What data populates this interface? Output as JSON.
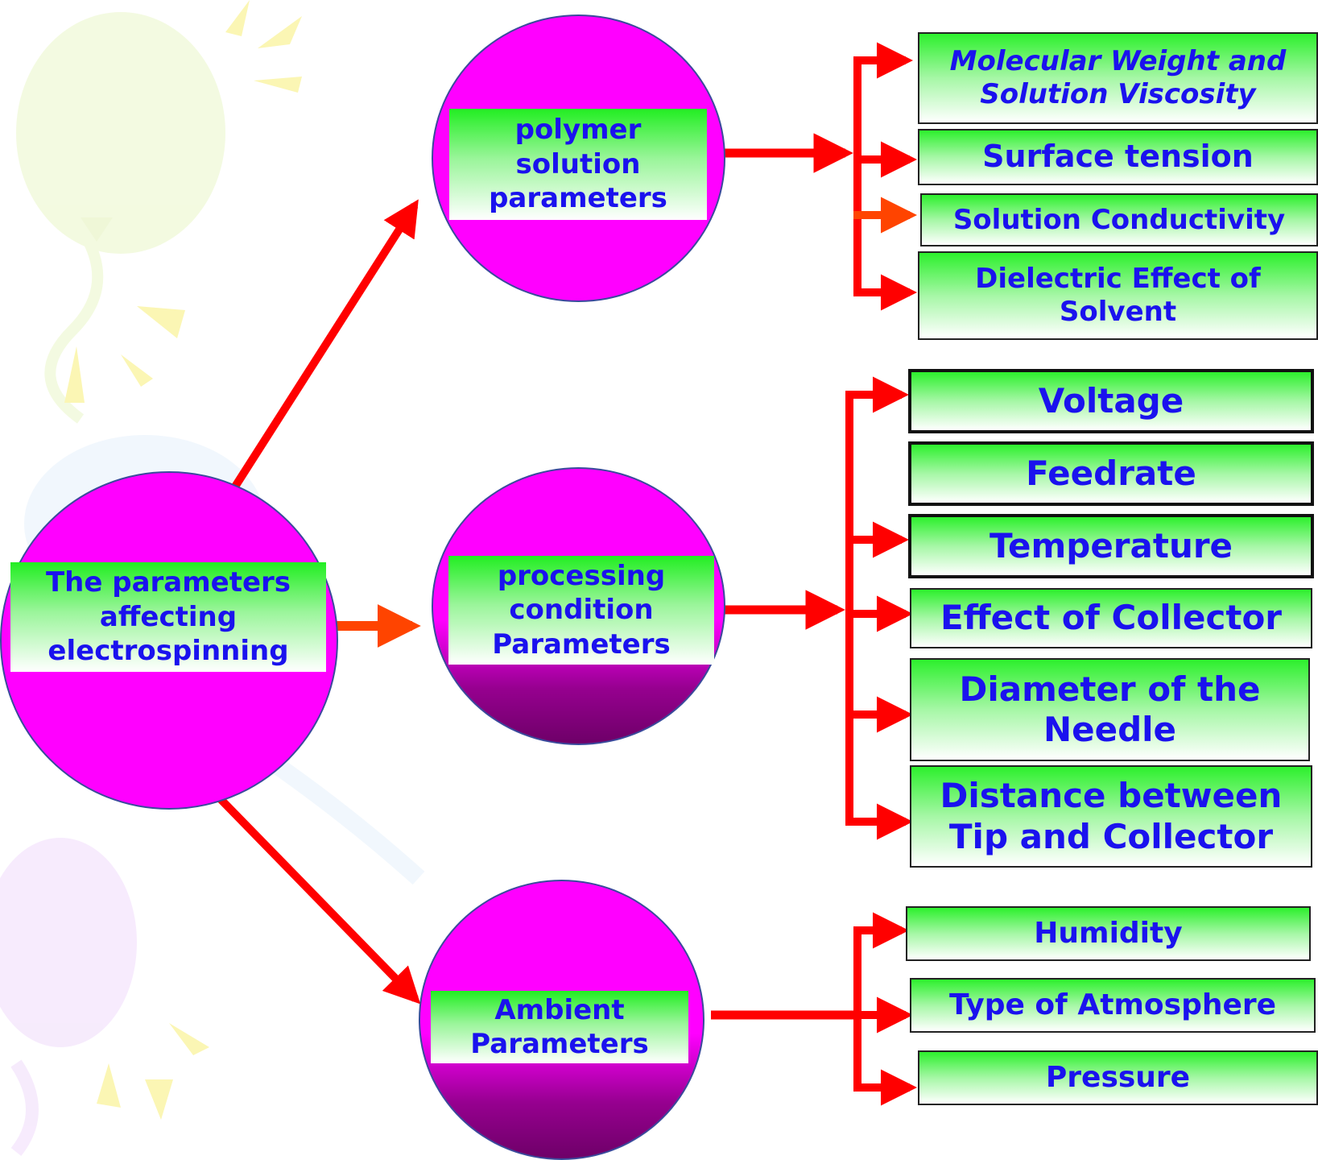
{
  "root": {
    "label": "The parameters affecting electrospinning"
  },
  "categories": [
    {
      "id": "polymer",
      "label": "polymer solution parameters",
      "items": [
        "Molecular Weight and Solution Viscosity",
        "Surface tension",
        "Solution Conductivity",
        "Dielectric Effect of Solvent"
      ]
    },
    {
      "id": "processing",
      "label": "processing condition Parameters",
      "items": [
        "Voltage",
        "Feedrate",
        "Temperature",
        "Effect of Collector",
        "Diameter of the Needle",
        "Distance between Tip and Collector"
      ]
    },
    {
      "id": "ambient",
      "label": "Ambient Parameters",
      "items": [
        "Humidity",
        "Type of Atmosphere",
        "Pressure"
      ]
    }
  ],
  "colors": {
    "node": "#ff00ff",
    "arrow": "#ff0000",
    "arrow_alt": "#ff4400",
    "text": "#1a12ee",
    "label_fill": "#22ee22"
  }
}
